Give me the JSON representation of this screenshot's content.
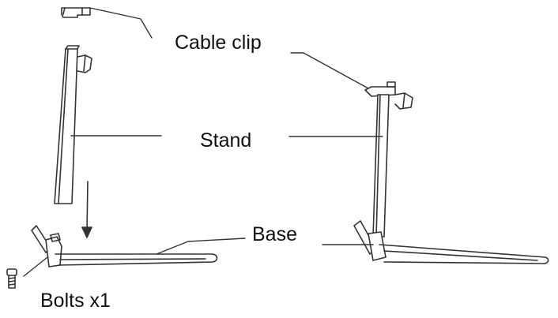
{
  "labels": {
    "cable_clip": "Cable clip",
    "stand": "Stand",
    "base": "Base",
    "bolts": "Bolts x1"
  },
  "colors": {
    "line": "#333333",
    "text": "#111111",
    "background": "#ffffff"
  }
}
